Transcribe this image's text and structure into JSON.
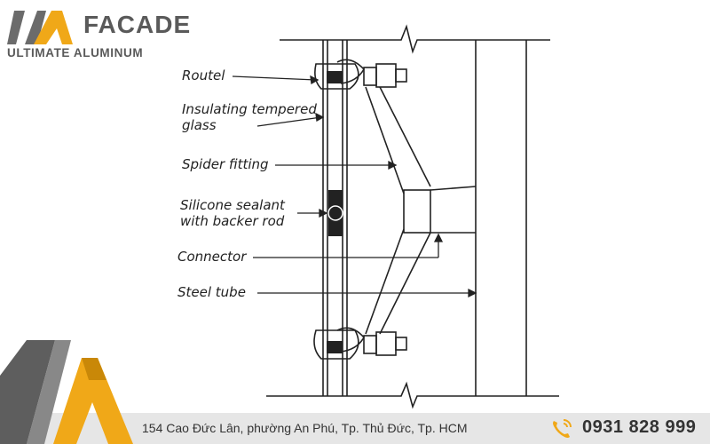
{
  "brand": {
    "name": "FACADE",
    "tagline": "ULTIMATE ALUMINUM",
    "colors": {
      "gray": "#5a5a5a",
      "gold": "#f0a818"
    }
  },
  "diagram": {
    "labels": [
      {
        "id": "routel",
        "text": "Routel"
      },
      {
        "id": "glass1",
        "text": "Insulating tempered"
      },
      {
        "id": "glass2",
        "text": "glass"
      },
      {
        "id": "spider",
        "text": "Spider fitting"
      },
      {
        "id": "sealant1",
        "text": "Silicone sealant"
      },
      {
        "id": "sealant2",
        "text": "with backer rod"
      },
      {
        "id": "connector",
        "text": "Connector"
      },
      {
        "id": "tube",
        "text": "Steel tube"
      }
    ]
  },
  "footer": {
    "address": "154 Cao Đức Lân, phường An Phú, Tp. Thủ Đức, Tp. HCM",
    "phone": "0931 828 999",
    "phone_icon": "phone-icon"
  }
}
